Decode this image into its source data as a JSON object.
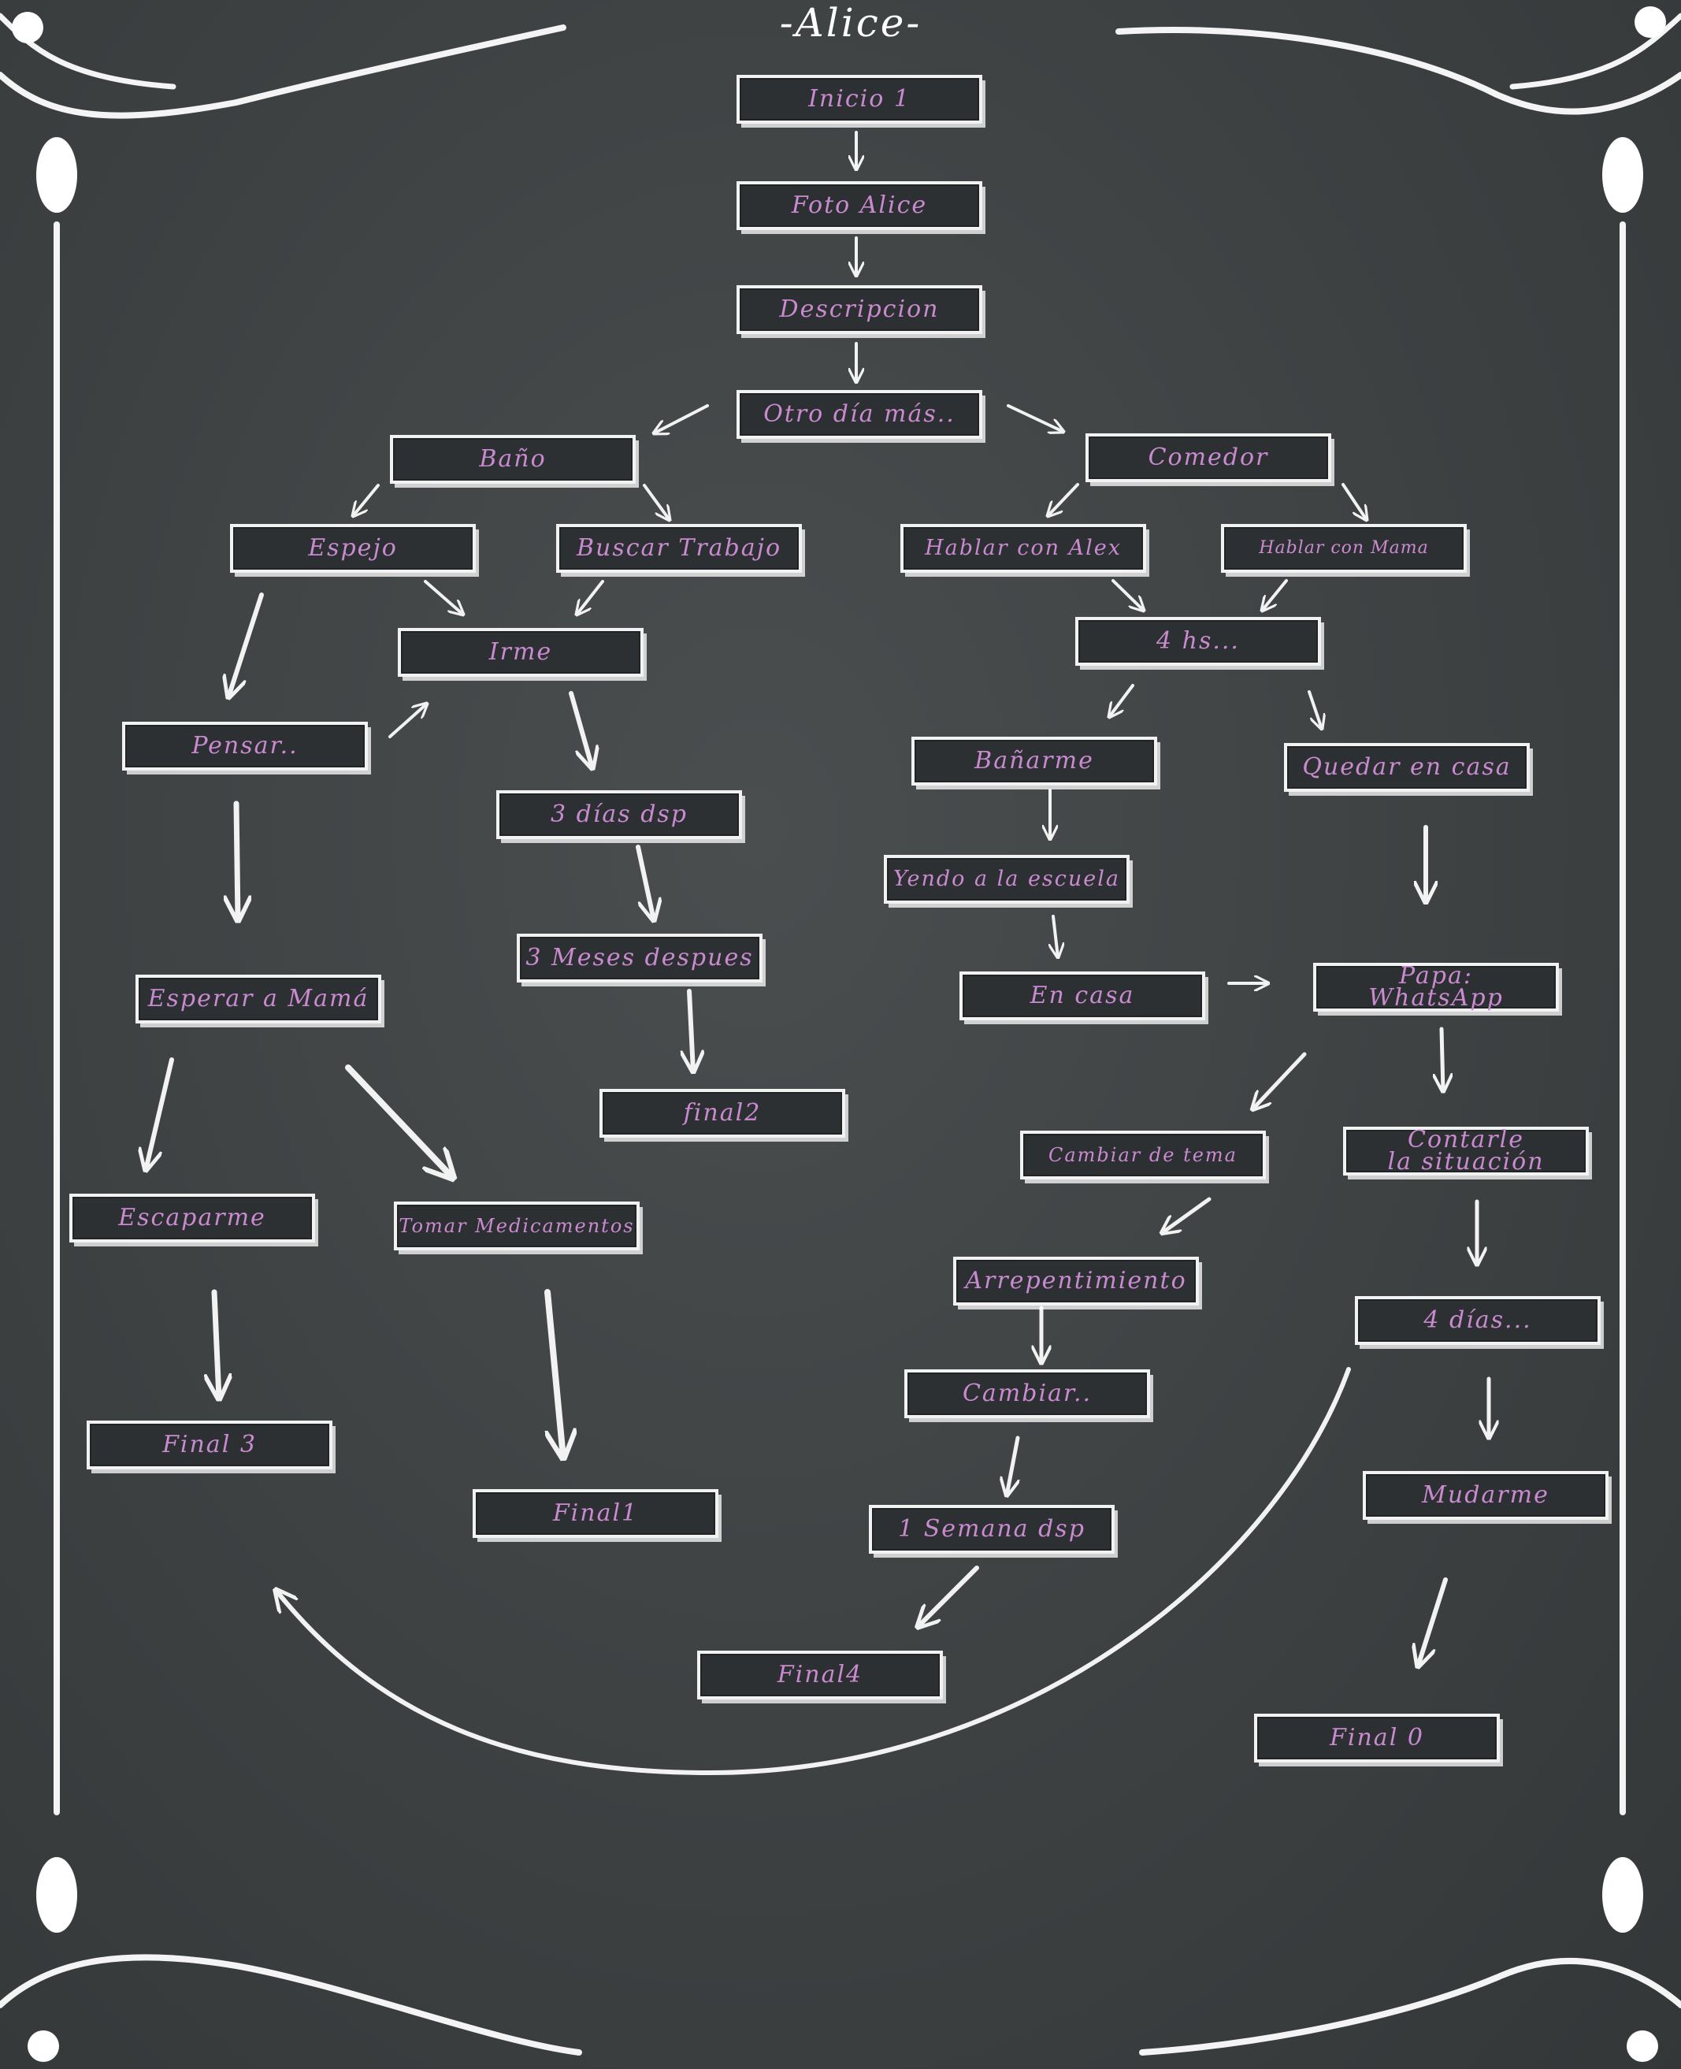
{
  "title": "-Alice-",
  "colors": {
    "board": "#3b3f40",
    "chalk": "#f2f2f2",
    "box_fill": "#2d3032",
    "label": "#c98ad0"
  },
  "nodes": {
    "inicio_1": "Inicio 1",
    "foto_alice": "Foto Alice",
    "descripcion": "Descripcion",
    "otro_dia": "Otro día más..",
    "bano": "Baño",
    "comedor": "Comedor",
    "espejo": "Espejo",
    "buscar_trabajo": "Buscar Trabajo",
    "hablar_alex": "Hablar con Alex",
    "hablar_mama": "Hablar con Mama",
    "irme": "Irme",
    "cuatro_hs": "4 hs...",
    "pensar": "Pensar..",
    "tres_dias": "3 días dsp",
    "banarme": "Bañarme",
    "quedar_casa": "Quedar en casa",
    "yendo_escuela": "Yendo a la escuela",
    "tres_meses": "3 Meses despues",
    "esperar_mama": "Esperar a Mamá",
    "en_casa": "En casa",
    "papa_whatsapp": "Papa:\nWhatsApp",
    "final2": "final2",
    "cambiar_tema": "Cambiar de tema",
    "contarle": "Contarle\nla situación",
    "escaparme": "Escaparme",
    "tomar_medicamentos": "Tomar Medicamentos",
    "arrepentimiento": "Arrepentimiento",
    "cuatro_dias": "4 días...",
    "cambiar": "Cambiar..",
    "final3": "Final 3",
    "final1": "Final1",
    "una_semana": "1 Semana dsp",
    "mudarme": "Mudarme",
    "final4": "Final4",
    "final0": "Final 0"
  }
}
